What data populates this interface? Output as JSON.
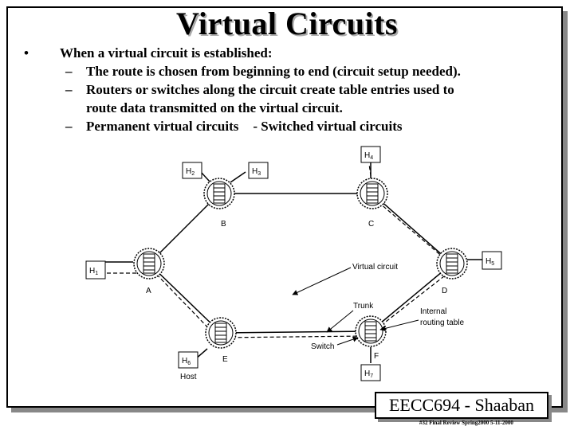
{
  "slide": {
    "title": "Virtual Circuits",
    "bullet_marker": "•",
    "bullet": "When a virtual circuit is established:",
    "dash": "–",
    "subs": [
      "The route is chosen from beginning to end (circuit setup needed).",
      "Routers or switches along the circuit create table entries used to",
      "route data transmitted on the virtual circuit.",
      "Permanent virtual circuits",
      "- Switched virtual circuits"
    ]
  },
  "diagram": {
    "nodes": {
      "a": "A",
      "b": "B",
      "c": "C",
      "d": "D",
      "e": "E",
      "f": "F"
    },
    "hosts": {
      "h1": "H",
      "h2": "H",
      "h3": "H",
      "h4": "H",
      "h5": "H",
      "h6": "H",
      "h7": "H"
    },
    "host_subs": {
      "h1": "1",
      "h2": "2",
      "h3": "3",
      "h4": "4",
      "h5": "5",
      "h6": "6",
      "h7": "7"
    },
    "labels": {
      "virtual_circuit": "Virtual circuit",
      "trunk": "Trunk",
      "internal": "Internal",
      "routing_table": "routing table",
      "switch": "Switch",
      "host": "Host"
    }
  },
  "footer": {
    "course": "EECC694 - Shaaban",
    "info": "#32  Final Review  Spring2000  5-11-2000"
  }
}
